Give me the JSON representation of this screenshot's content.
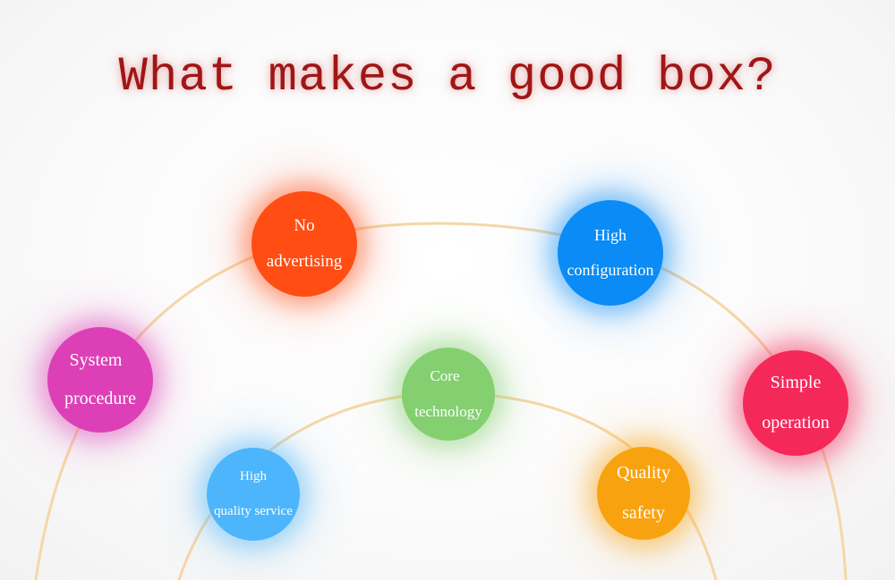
{
  "title": "What makes a good box?",
  "colors": {
    "title": "#a01616",
    "arc": "#f6d7a6"
  },
  "bubbles": [
    {
      "id": "no-advertising",
      "lines": [
        "No",
        "advertising"
      ],
      "color": "#ff4d14"
    },
    {
      "id": "high-configuration",
      "lines": [
        "High",
        "configuration"
      ],
      "color": "#0a8bf5"
    },
    {
      "id": "system-procedure",
      "lines": [
        "System",
        "procedure"
      ],
      "color": "#dd40b6"
    },
    {
      "id": "simple-operation",
      "lines": [
        "Simple",
        "operation"
      ],
      "color": "#f5285a"
    },
    {
      "id": "core-technology",
      "lines": [
        "Core",
        "technology"
      ],
      "color": "#84cf70"
    },
    {
      "id": "high-quality-service",
      "lines": [
        "High",
        "quality service"
      ],
      "color": "#4db5fb"
    },
    {
      "id": "quality-safety",
      "lines": [
        "Quality",
        "safety"
      ],
      "color": "#f9a20f"
    }
  ]
}
